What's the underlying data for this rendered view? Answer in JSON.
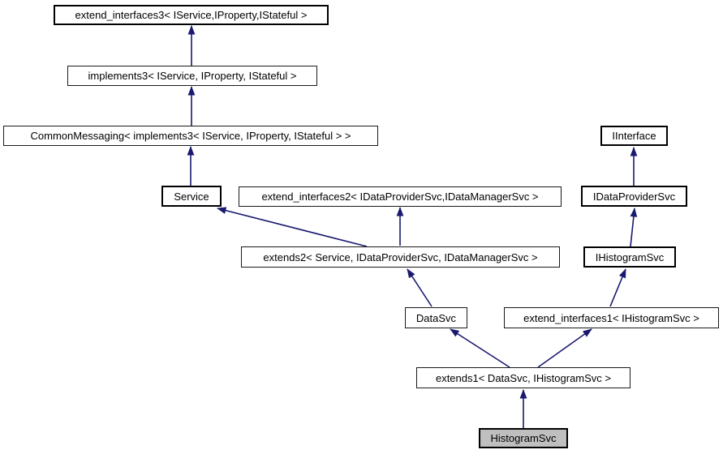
{
  "diagram": {
    "type": "class-inheritance-graph",
    "highlighted_node": "HistogramSvc",
    "colors": {
      "background": "#ffffff",
      "node_fill": "#ffffff",
      "node_border": "#000000",
      "highlight_fill": "#bfbfbf",
      "edge": "#191970"
    },
    "nodes": [
      {
        "id": "extend_interfaces3",
        "label": "extend_interfaces3< IService,IProperty,IStateful >",
        "bold_border": true,
        "highlighted": false
      },
      {
        "id": "implements3",
        "label": "implements3< IService, IProperty, IStateful >",
        "bold_border": false,
        "highlighted": false
      },
      {
        "id": "CommonMessaging",
        "label": "CommonMessaging< implements3< IService, IProperty, IStateful > >",
        "bold_border": false,
        "highlighted": false
      },
      {
        "id": "Service",
        "label": "Service",
        "bold_border": true,
        "highlighted": false
      },
      {
        "id": "extend_interfaces2",
        "label": "extend_interfaces2< IDataProviderSvc,IDataManagerSvc >",
        "bold_border": false,
        "highlighted": false
      },
      {
        "id": "IInterface",
        "label": "IInterface",
        "bold_border": true,
        "highlighted": false
      },
      {
        "id": "IDataProviderSvc",
        "label": "IDataProviderSvc",
        "bold_border": true,
        "highlighted": false
      },
      {
        "id": "extends2",
        "label": "extends2< Service, IDataProviderSvc, IDataManagerSvc >",
        "bold_border": false,
        "highlighted": false
      },
      {
        "id": "IHistogramSvc",
        "label": "IHistogramSvc",
        "bold_border": true,
        "highlighted": false
      },
      {
        "id": "DataSvc",
        "label": "DataSvc",
        "bold_border": false,
        "highlighted": false
      },
      {
        "id": "extend_interfaces1",
        "label": "extend_interfaces1< IHistogramSvc >",
        "bold_border": false,
        "highlighted": false
      },
      {
        "id": "extends1",
        "label": "extends1< DataSvc, IHistogramSvc >",
        "bold_border": false,
        "highlighted": false
      },
      {
        "id": "HistogramSvc",
        "label": "HistogramSvc",
        "bold_border": true,
        "highlighted": true
      }
    ],
    "edges": [
      {
        "from": "implements3",
        "to": "extend_interfaces3"
      },
      {
        "from": "CommonMessaging",
        "to": "implements3"
      },
      {
        "from": "Service",
        "to": "CommonMessaging"
      },
      {
        "from": "extends2",
        "to": "Service"
      },
      {
        "from": "extends2",
        "to": "extend_interfaces2"
      },
      {
        "from": "DataSvc",
        "to": "extends2"
      },
      {
        "from": "extends1",
        "to": "DataSvc"
      },
      {
        "from": "extends1",
        "to": "extend_interfaces1"
      },
      {
        "from": "extend_interfaces1",
        "to": "IHistogramSvc"
      },
      {
        "from": "IHistogramSvc",
        "to": "IDataProviderSvc"
      },
      {
        "from": "IDataProviderSvc",
        "to": "IInterface"
      },
      {
        "from": "HistogramSvc",
        "to": "extends1"
      }
    ]
  }
}
